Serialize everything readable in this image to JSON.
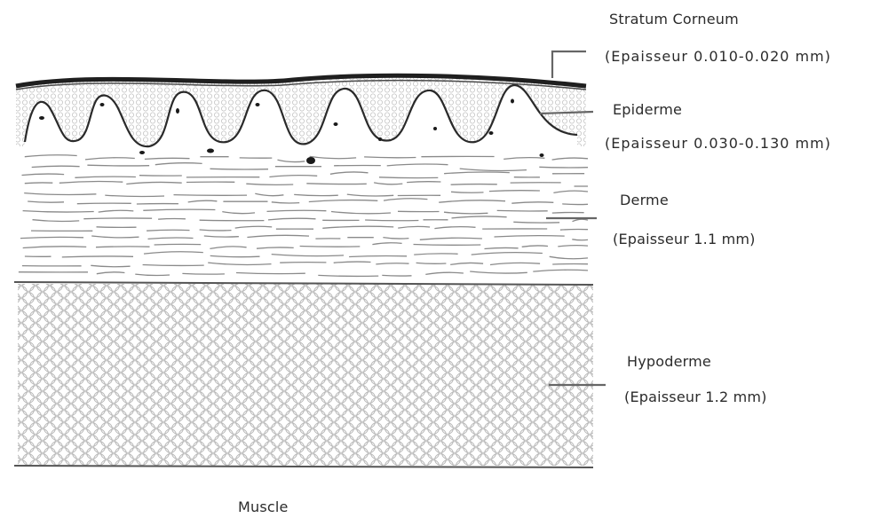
{
  "layers": [
    {
      "id": "stratum-corneum",
      "name": "Stratum Corneum",
      "thickness": "(Epaisseur 0.010-0.020 mm)"
    },
    {
      "id": "epiderme",
      "name": "Epiderme",
      "thickness": "(Epaisseur 0.030-0.130 mm)"
    },
    {
      "id": "derme",
      "name": "Derme",
      "thickness": "(Epaisseur 1.1 mm)"
    },
    {
      "id": "hypoderme",
      "name": "Hypoderme",
      "thickness": "(Epaisseur 1.2 mm)"
    }
  ],
  "bottom_label": "Muscle"
}
